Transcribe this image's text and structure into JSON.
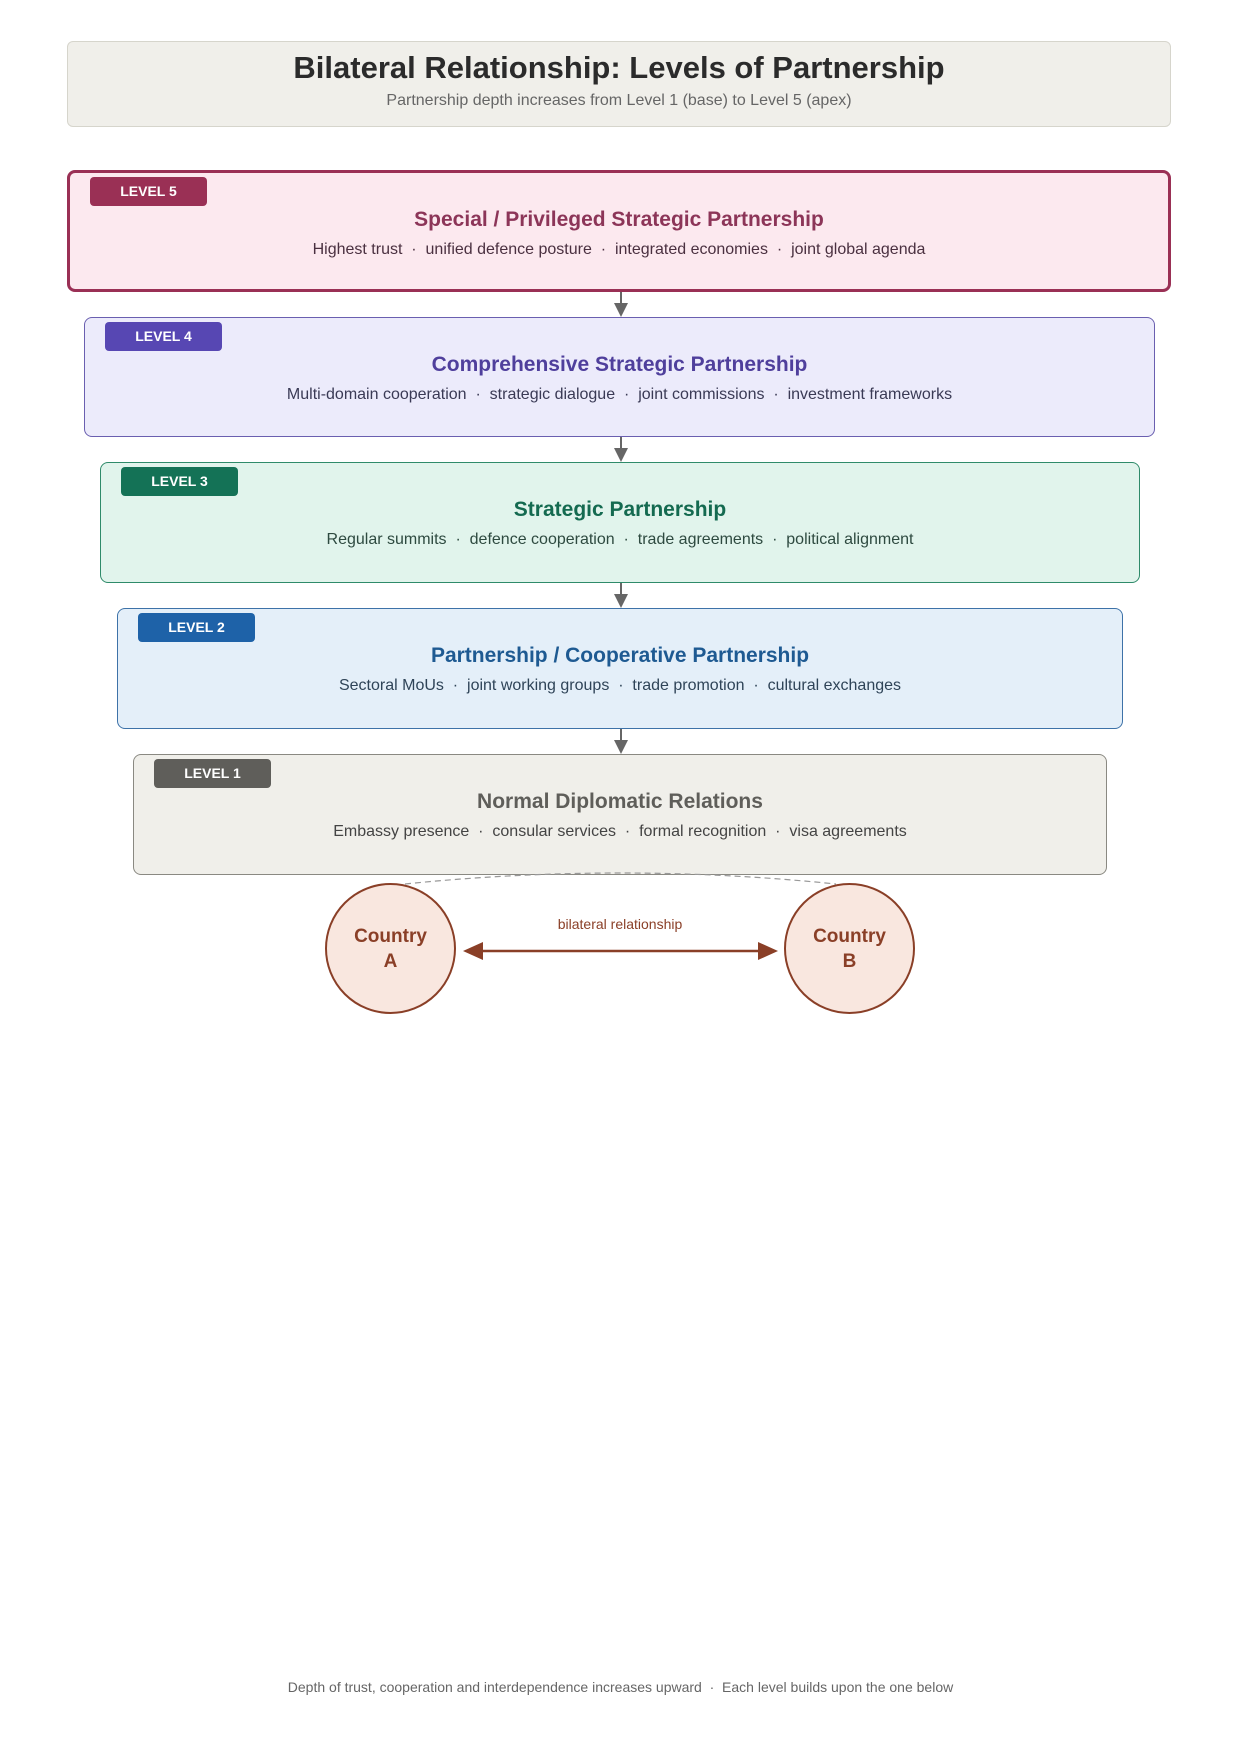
{
  "header": {
    "title": "Bilateral Relationship: Levels of Partnership",
    "subtitle": "Partnership depth increases from Level 1 (base) to Level 5 (apex)"
  },
  "levels": [
    {
      "badge": "LEVEL 5",
      "title": "Special / Privileged Strategic Partnership",
      "desc": "Highest trust  ·  unified defence posture  ·  integrated economies  ·  joint global agenda",
      "colors": {
        "badge": "#9a3055",
        "title": "#8c3558",
        "text": "#4a3040",
        "bg": "#fce9ef",
        "border": "#9a3055"
      }
    },
    {
      "badge": "LEVEL 4",
      "title": "Comprehensive Strategic Partnership",
      "desc": "Multi-domain cooperation  ·  strategic dialogue  ·  joint commissions  ·  investment frameworks",
      "colors": {
        "badge": "#5747b3",
        "title": "#4f3f9c",
        "text": "#3a3a55",
        "bg": "#ecebfb",
        "border": "#6a5fb0"
      }
    },
    {
      "badge": "LEVEL 3",
      "title": "Strategic Partnership",
      "desc": "Regular summits  ·  defence cooperation  ·  trade agreements  ·  political alignment",
      "colors": {
        "badge": "#147256",
        "title": "#146a50",
        "text": "#2e4a40",
        "bg": "#e1f4ec",
        "border": "#2f8b6a"
      }
    },
    {
      "badge": "LEVEL 2",
      "title": "Partnership / Cooperative Partnership",
      "desc": "Sectoral MoUs  ·  joint working groups  ·  trade promotion  ·  cultural exchanges",
      "colors": {
        "badge": "#1e62a8",
        "title": "#1e5a92",
        "text": "#2f4458",
        "bg": "#e4eff9",
        "border": "#3d72a8"
      }
    },
    {
      "badge": "LEVEL 1",
      "title": "Normal Diplomatic Relations",
      "desc": "Embassy presence  ·  consular services  ·  formal recognition  ·  visa agreements",
      "colors": {
        "badge": "#5f5e5a",
        "title": "#5f5e5a",
        "text": "#444444",
        "bg": "#f0efea",
        "border": "#8a8982"
      }
    }
  ],
  "countries": {
    "a_line1": "Country",
    "a_line2": "A",
    "b_line1": "Country",
    "b_line2": "B",
    "relationship_label": "bilateral relationship"
  },
  "footer": "Depth of trust, cooperation and interdependence increases upward  ·  Each level builds upon the one below",
  "connector_color": "#666666",
  "dashed_line_color": "#999999",
  "relationship_color": "#8a3f27"
}
